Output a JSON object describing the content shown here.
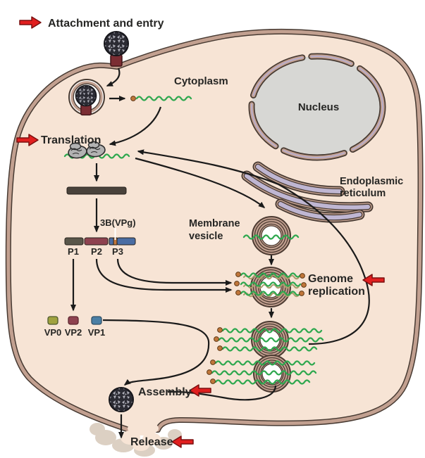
{
  "figure": {
    "steps": {
      "attachment": "Attachment and entry",
      "translation": "Translation",
      "genome_replication_line1": "Genome",
      "genome_replication_line2": "replication",
      "assembly": "Assembly",
      "release": "Release"
    },
    "organelles": {
      "cytoplasm": "Cytoplasm",
      "nucleus": "Nucleus",
      "er_line1": "Endoplasmic",
      "er_line2": "reticulum",
      "membrane_vesicle_line1": "Membrane",
      "membrane_vesicle_line2": "vesicle"
    },
    "molecules": {
      "vpg": "3B(VPg)",
      "p1": "P1",
      "p2": "P2",
      "p3": "P3",
      "vp0": "VP0",
      "vp2": "VP2",
      "vp1": "VP1"
    },
    "colors": {
      "cell_fill": "#f7e4d5",
      "membrane_tan": "#c2a090",
      "outline_dark": "#473a32",
      "nucleus_fill": "#d7d7d4",
      "er_lavender": "#bfb6d2",
      "rna_green": "#2fa84f",
      "vpg_orange": "#c0763a",
      "step_arrow_red": "#e11f1f",
      "p1_olive": "#59564a",
      "p2_maroon": "#8e4250",
      "p3_blue": "#4a6da3",
      "vp0_olive": "#a0a23f",
      "vp1_teal": "#4a7fa5",
      "capsid_dark": "#2b2b33"
    }
  }
}
